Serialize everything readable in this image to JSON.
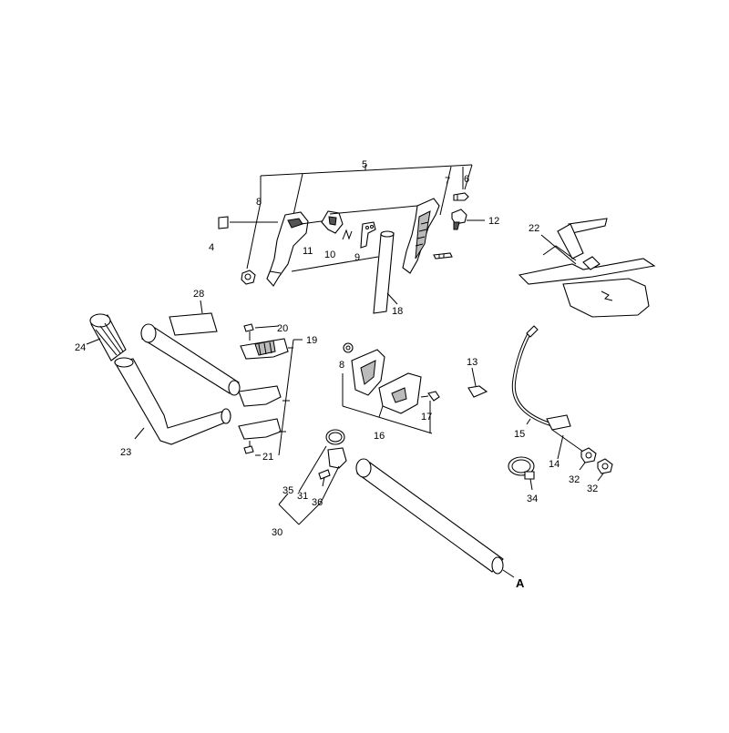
{
  "diagram": {
    "labels": {
      "l4": "4",
      "l5": "5",
      "l6": "6",
      "l7": "7",
      "l8a": "8",
      "l8b": "8",
      "l9": "9",
      "l10": "10",
      "l11": "11",
      "l12": "12",
      "l13": "13",
      "l14": "14",
      "l15": "15",
      "l16": "16",
      "l17": "17",
      "l18": "18",
      "l19": "19",
      "l20": "20",
      "l21": "21",
      "l22": "22",
      "l23": "23",
      "l24": "24",
      "l28": "28",
      "l30": "30",
      "l31": "31",
      "l32a": "32",
      "l32b": "32",
      "l34": "34",
      "l35": "35",
      "l36": "36",
      "lA": "A"
    }
  }
}
